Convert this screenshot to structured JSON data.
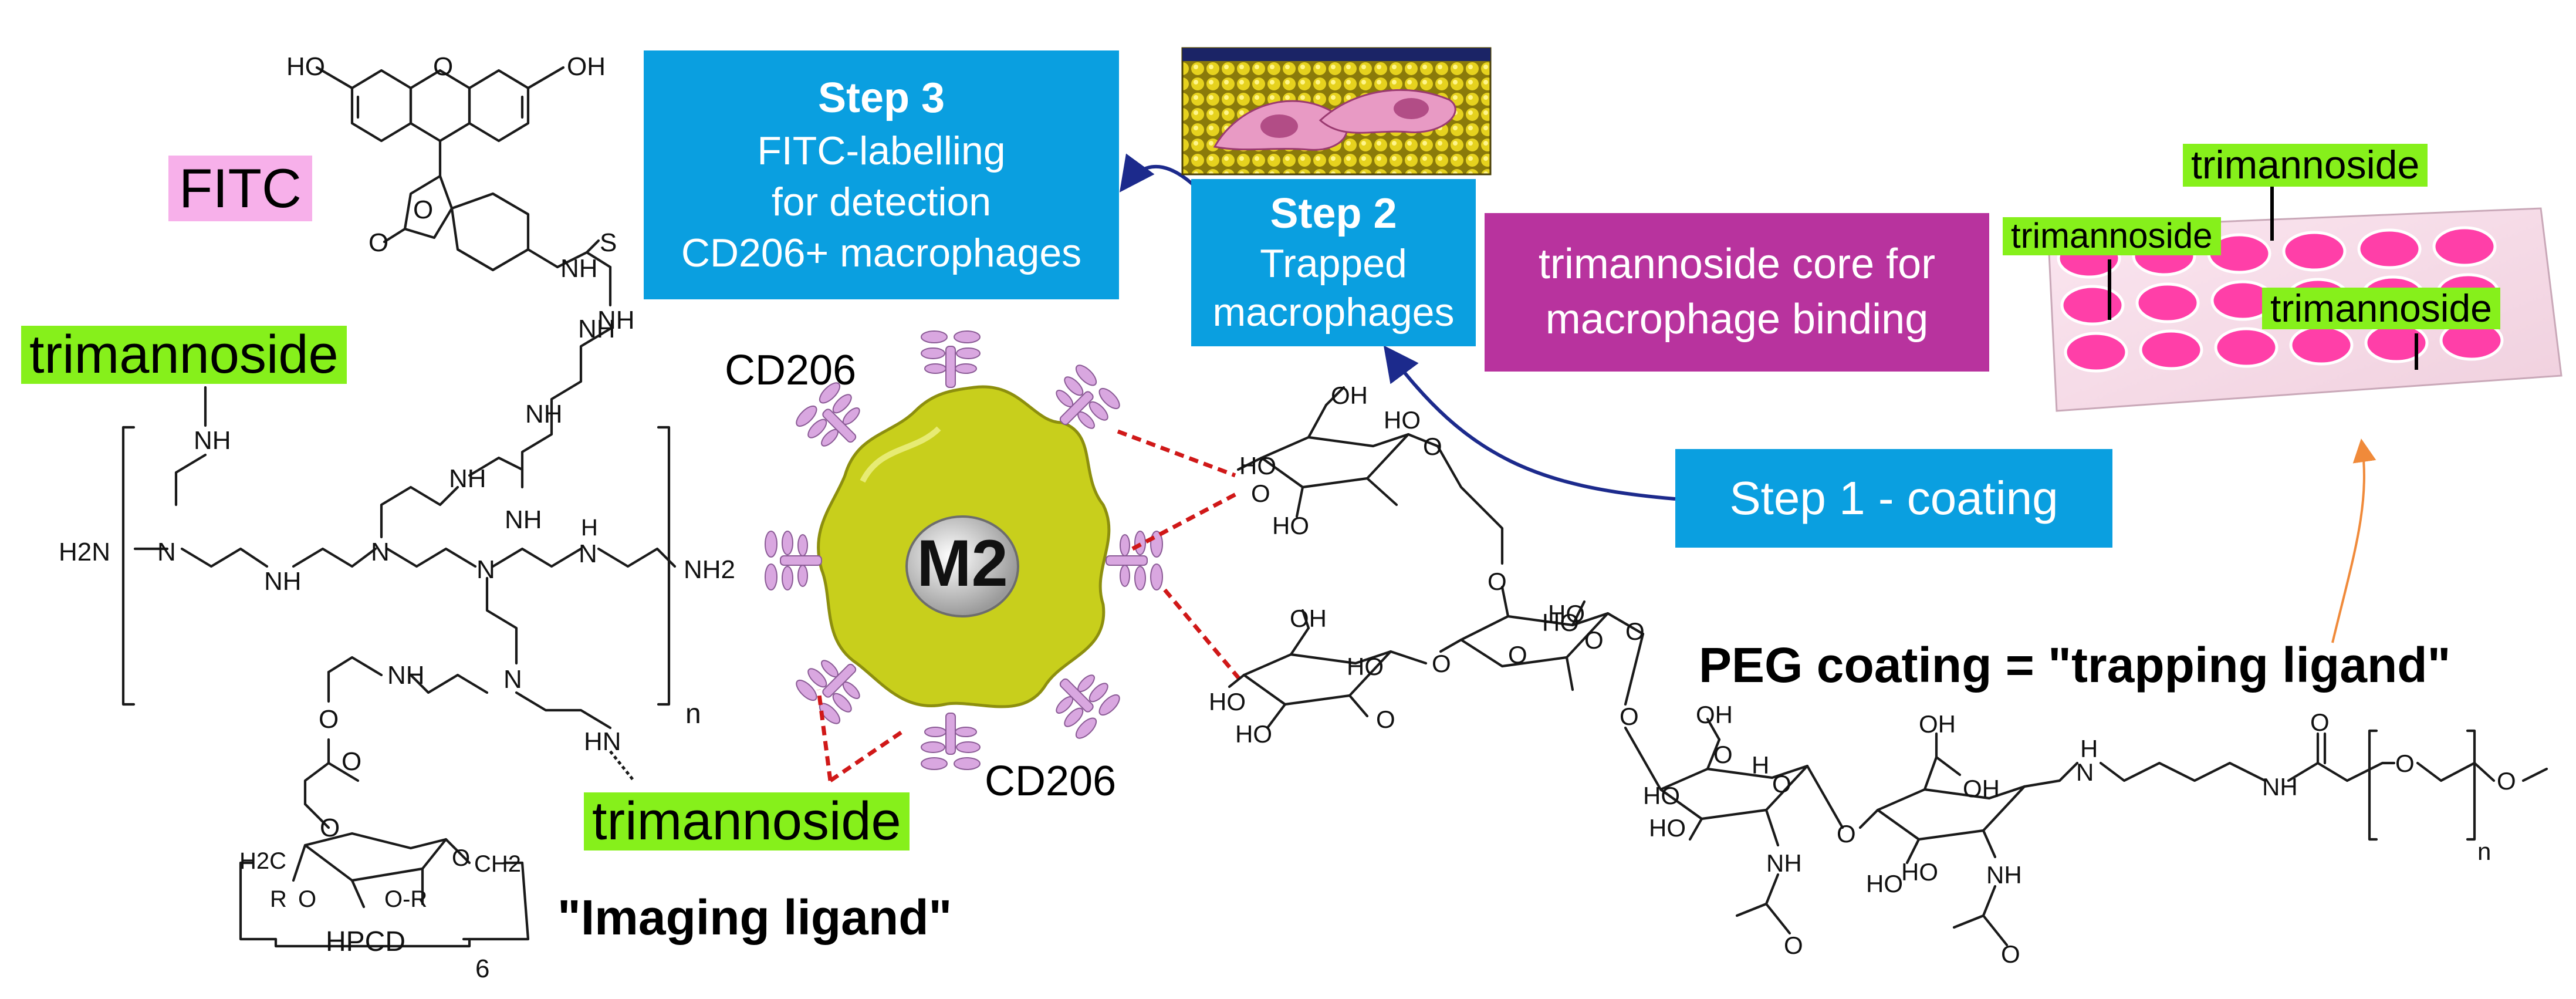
{
  "step3": {
    "title": "Step 3",
    "line1": "FITC-labelling",
    "line2": "for detection",
    "line3": "CD206+ macrophages"
  },
  "step2": {
    "title": "Step 2",
    "line1": "Trapped",
    "line2": "macrophages"
  },
  "step1": {
    "label": "Step 1 - coating"
  },
  "core_box": {
    "line1": "trimannoside core for",
    "line2": "macrophage binding"
  },
  "fitc": {
    "label": "FITC"
  },
  "trimannoside_label": "trimannoside",
  "cd206_label": "CD206",
  "m2_label": "M2",
  "imaging_ligand": "\"Imaging ligand\"",
  "trapping_ligand": "PEG coating = \"trapping ligand\"",
  "well_plate_labels": [
    "trimannoside",
    "trimannoside",
    "trimannoside"
  ],
  "fitc_atoms": [
    "HO",
    "O",
    "OH",
    "O",
    "O",
    "NH",
    "S",
    "NH"
  ],
  "pei_atoms": [
    "NH",
    "H2N",
    "N",
    "NH",
    "N",
    "NH",
    "NH",
    "NH",
    "N",
    "H",
    "N",
    "NH2",
    "n",
    "N",
    "HN",
    "NH",
    "NH"
  ],
  "hpcd_atoms": [
    "O",
    "O",
    "O",
    "H2C",
    "R",
    "O",
    "O-R",
    "O",
    "CH2",
    "HPCD",
    "6"
  ],
  "trimannoside_atoms": [
    "OH",
    "HO",
    "HO",
    "O",
    "O",
    "HO",
    "O",
    "OH",
    "HO",
    "HO",
    "HO",
    "O",
    "HO",
    "O",
    "O",
    "HO",
    "O",
    "O",
    "OH",
    "HO",
    "O",
    "O",
    "H",
    "O",
    "HO",
    "NH",
    "O",
    "OH",
    "OH",
    "HO",
    "O",
    "NH",
    "HO",
    "O",
    "NH",
    "O",
    "H",
    "N",
    "O",
    "O",
    "n"
  ],
  "colors": {
    "box_blue": "#0a9fe0",
    "box_magenta": "#b8339e",
    "tag_green": "#86f01b",
    "tag_pink": "#f7b0ea",
    "cell_yellow": "#c8cf1c",
    "receptor_pink": "#d9a7e0",
    "arrow_navy": "#1c2a8c",
    "dash_red": "#d01818",
    "arrow_orange": "#f08a3a",
    "well_pink": "#ff3fa8"
  }
}
